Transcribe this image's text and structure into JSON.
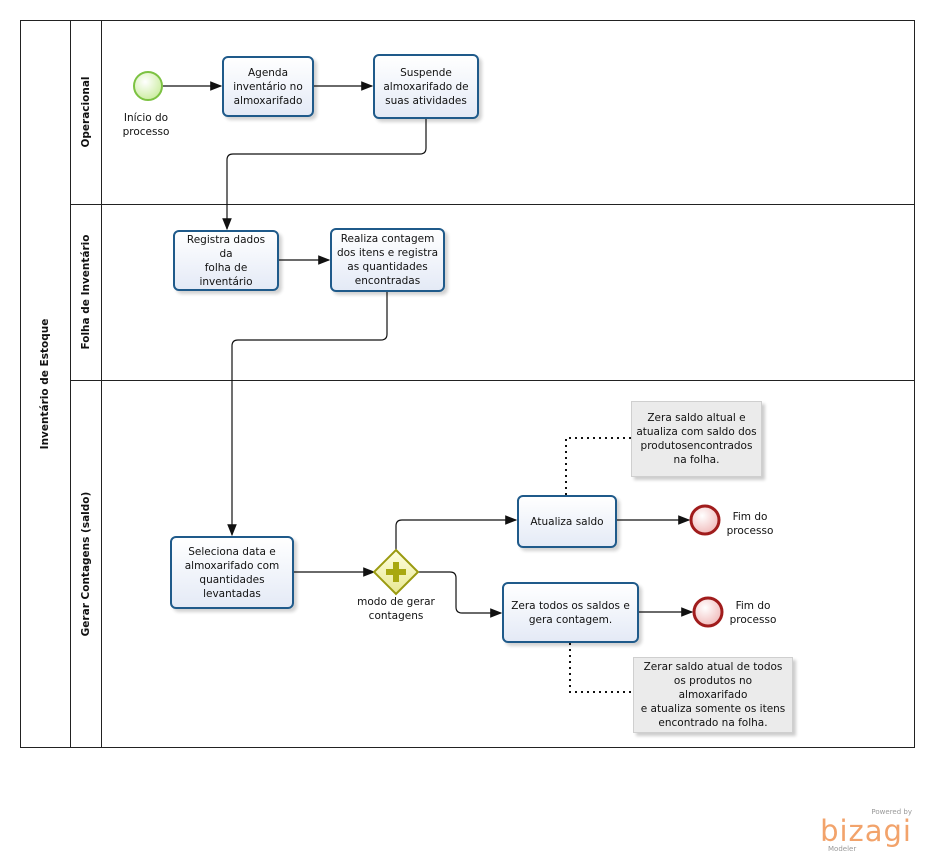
{
  "pool": {
    "title": "Inventário de Estoque"
  },
  "lanes": {
    "operacional": "Operacional",
    "folha": "Folha de  Inventário",
    "gerar": "Gerar Contagens (saldo)"
  },
  "events": {
    "start": "Início do\nprocesso",
    "end1": "Fim do\nprocesso",
    "end2": "Fim do\nprocesso"
  },
  "tasks": {
    "agenda": "Agenda\ninventário no\nalmoxarifado",
    "suspende": "Suspende\nalmoxarifado de\nsuas atividades",
    "registra": "Registra dados da\nfolha de\ninventário",
    "realiza": "Realiza contagem\ndos itens e registra\nas quantidades\nencontradas",
    "seleciona": "Seleciona data e\nalmoxarifado com\nquantidades\nlevantadas",
    "atualiza": "Atualiza saldo",
    "zera": "Zera todos os saldos e\ngera contagem."
  },
  "gateway": {
    "label": "modo de gerar\ncontagens"
  },
  "notes": {
    "note1": "Zera saldo altual e\natualiza com saldo dos\nprodutosencontrados\nna folha.",
    "note2": "Zerar  saldo atual de todos\nos produtos no almoxarifado\ne atualiza somente os itens\nencontrado na folha."
  },
  "branding": {
    "powered": "Powered by",
    "name": "bizagi",
    "product": "Modeler"
  },
  "colors": {
    "task_border": "#1f5a8a",
    "start_event": "#7cc242",
    "end_event": "#a01c1c",
    "gateway": "#b8b81a",
    "brand": "#f2a36b"
  }
}
